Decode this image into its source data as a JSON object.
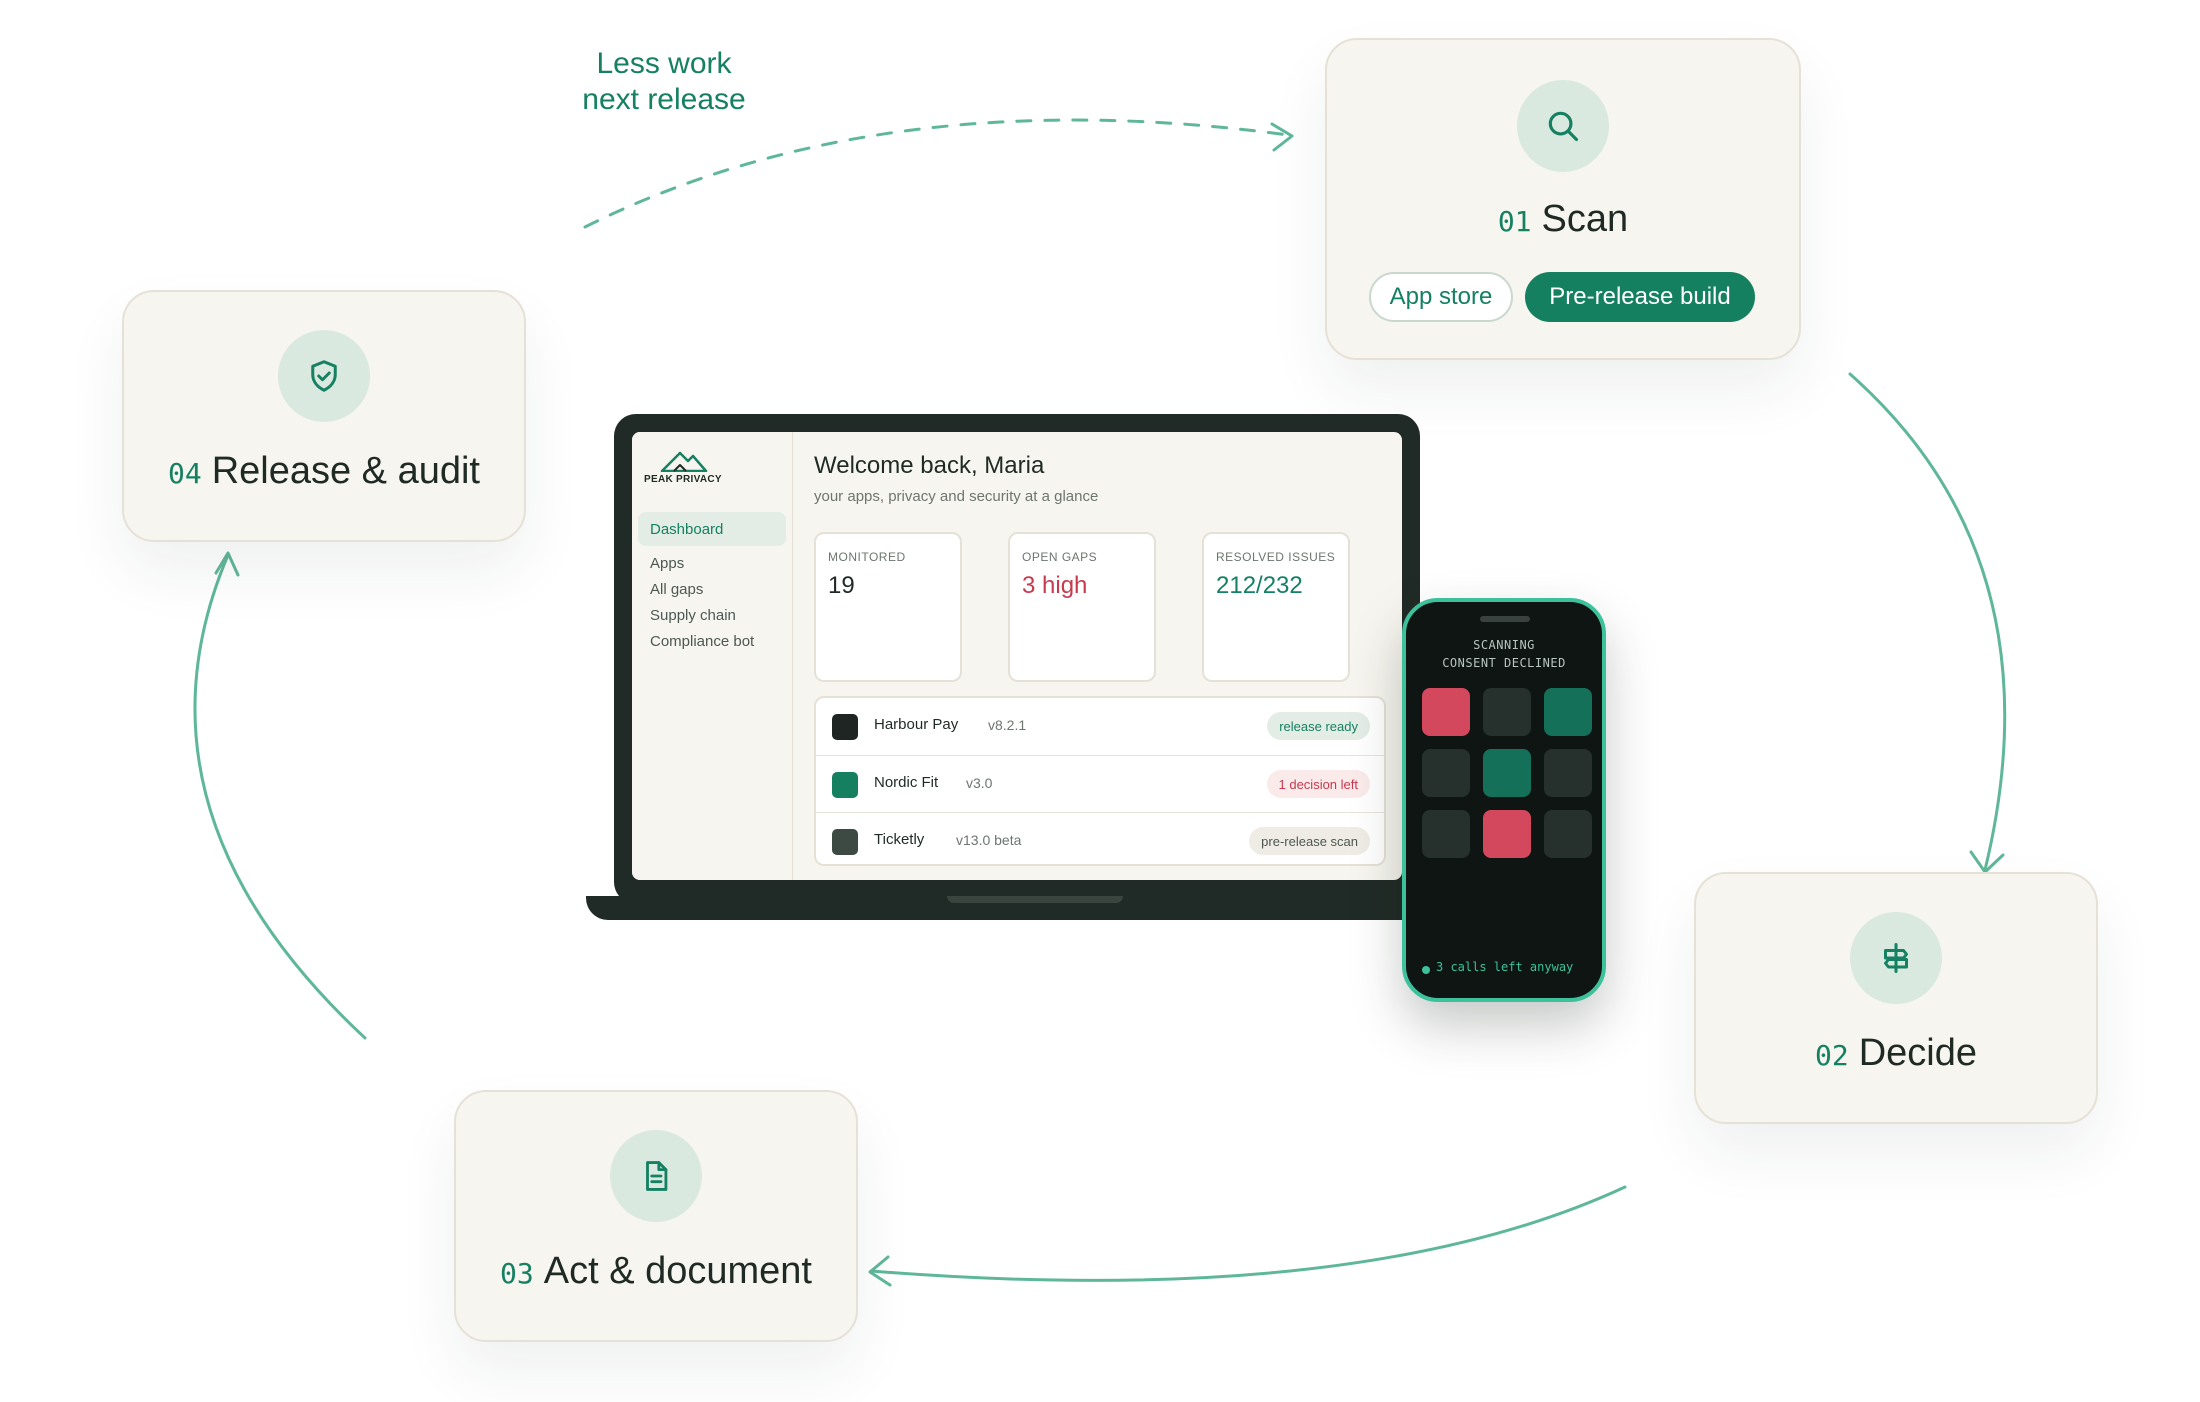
{
  "caption": {
    "line1": "Less work",
    "line2": "next release"
  },
  "colors": {
    "accent": "#158062",
    "accent_light": "#d9e9e0",
    "danger": "#c8394e",
    "card_bg": "#f7f5ef",
    "phone_green": "#3dc19a"
  },
  "steps": {
    "scan": {
      "num": "01",
      "title": "Scan",
      "icon": "search-icon",
      "options": [
        "App store",
        "Pre-release build"
      ]
    },
    "decide": {
      "num": "02",
      "title": "Decide",
      "icon": "signpost-icon"
    },
    "act": {
      "num": "03",
      "title": "Act & document",
      "icon": "document-icon"
    },
    "release": {
      "num": "04",
      "title": "Release & audit",
      "icon": "shield-check-icon"
    }
  },
  "dashboard": {
    "brand": "PEAK PRIVACY",
    "nav": [
      "Dashboard",
      "Apps",
      "All gaps",
      "Supply chain",
      "Compliance bot"
    ],
    "active_nav": "Dashboard",
    "welcome": "Welcome back, Maria",
    "subtitle": "your apps, privacy and security at a glance",
    "stats": [
      {
        "label": "MONITORED",
        "value": "19"
      },
      {
        "label": "OPEN GAPS",
        "value": "3 high"
      },
      {
        "label": "RESOLVED ISSUES",
        "value": "212/232"
      }
    ],
    "apps": [
      {
        "name": "Harbour Pay",
        "version": "v8.2.1",
        "status": "release ready"
      },
      {
        "name": "Nordic Fit",
        "version": "v3.0",
        "status": "1 decision left"
      },
      {
        "name": "Ticketly",
        "version": "v13.0 beta",
        "status": "pre-release scan"
      }
    ]
  },
  "phone": {
    "status_line1": "SCANNING",
    "status_line2": "CONSENT DECLINED",
    "tiles": [
      "red",
      "dark",
      "green",
      "dark",
      "green",
      "dark",
      "dark",
      "red",
      "dark"
    ],
    "footer": "3 calls left anyway"
  }
}
